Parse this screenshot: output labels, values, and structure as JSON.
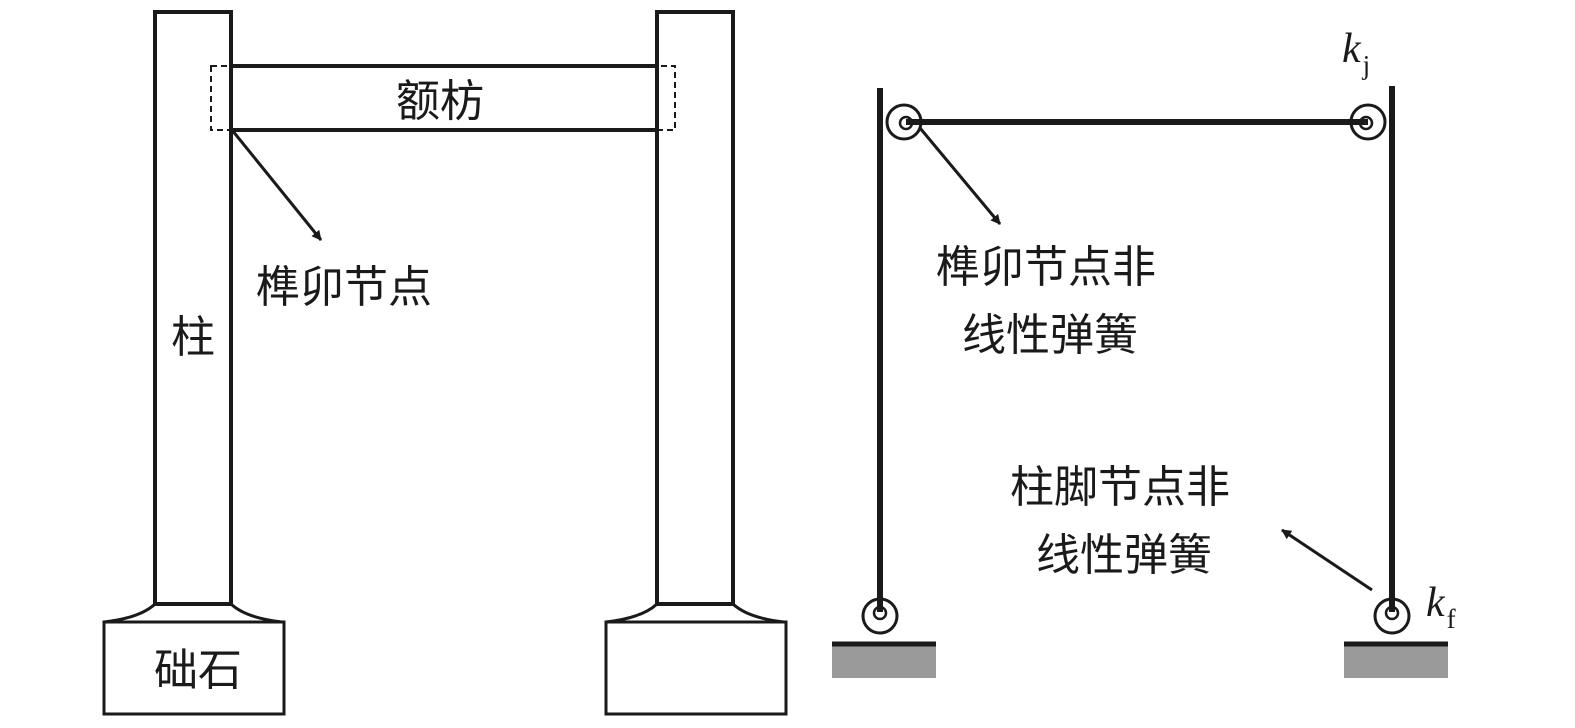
{
  "left_diagram": {
    "beam_label": "额枋",
    "joint_label": "榫卯节点",
    "column_label": "柱",
    "base_label": "础石"
  },
  "right_diagram": {
    "joint_spring_label_line1": "榫卯节点非",
    "joint_spring_label_line2": "线性弹簧",
    "foot_spring_label_line1": "柱脚节点非",
    "foot_spring_label_line2": "线性弹簧",
    "kj_symbol": "k",
    "kj_subscript": "j",
    "kf_symbol": "k",
    "kf_subscript": "f"
  },
  "colors": {
    "stroke": "#1a1a1a",
    "ground": "#9a9a9a"
  }
}
